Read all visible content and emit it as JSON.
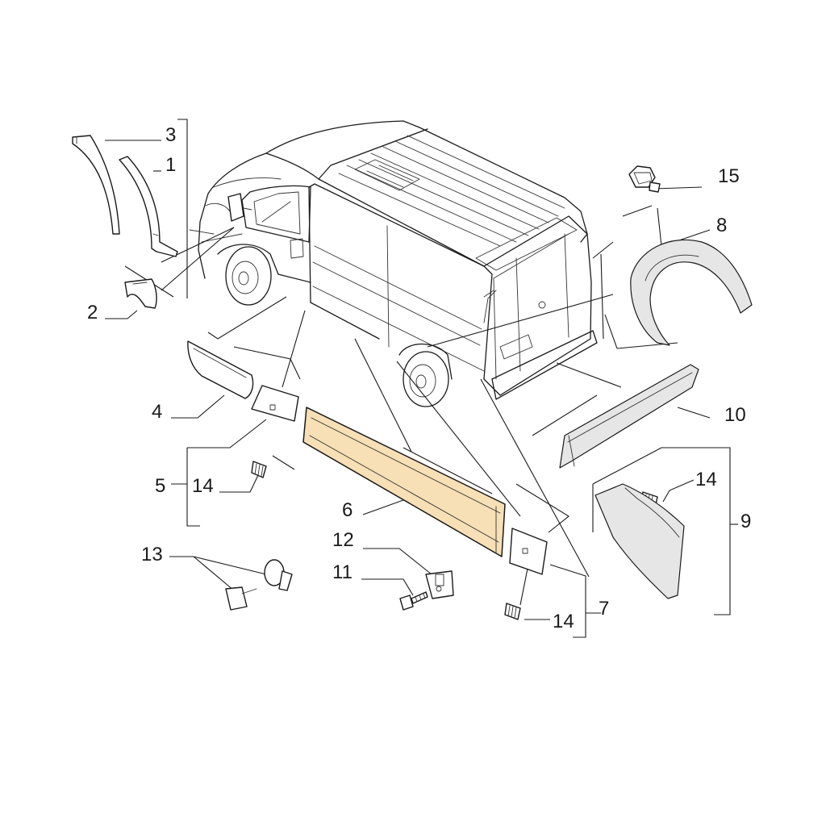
{
  "callouts": {
    "p1": "1",
    "p2": "2",
    "p3": "3",
    "p4": "4",
    "p5": "5",
    "p6": "6",
    "p7": "7",
    "p8": "8",
    "p9": "9",
    "p10": "10",
    "p11": "11",
    "p12": "12",
    "p13": "13",
    "p14a": "14",
    "p14b": "14",
    "p14c": "14",
    "p15": "15"
  },
  "colors": {
    "highlight_fill": "#f7dfb6",
    "line": "#1a1a1a"
  }
}
